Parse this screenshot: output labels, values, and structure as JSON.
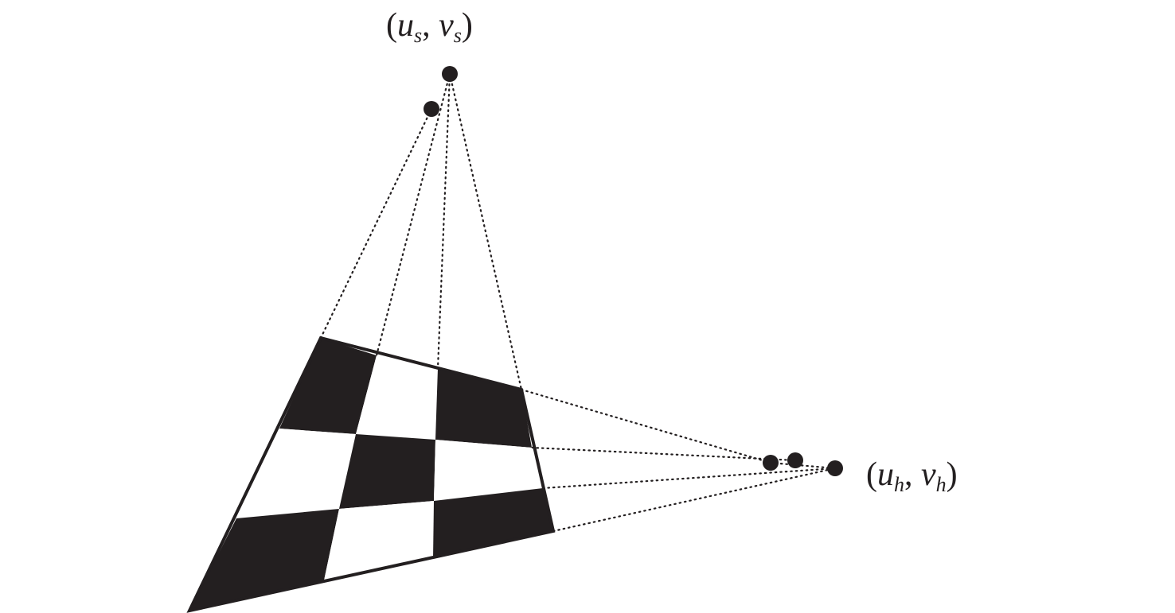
{
  "labels": {
    "vertical_vp": {
      "open": "(",
      "u": "u",
      "u_sub": "s",
      "sep": ", ",
      "v": "v",
      "v_sub": "s",
      "close": ")"
    },
    "horizontal_vp": {
      "open": "(",
      "u": "u",
      "u_sub": "h",
      "sep": ", ",
      "v": "v",
      "v_sub": "h",
      "close": ")"
    }
  },
  "colors": {
    "ink": "#231f20",
    "background": "#ffffff"
  },
  "grid": {
    "rows": 3,
    "cols": 3
  }
}
